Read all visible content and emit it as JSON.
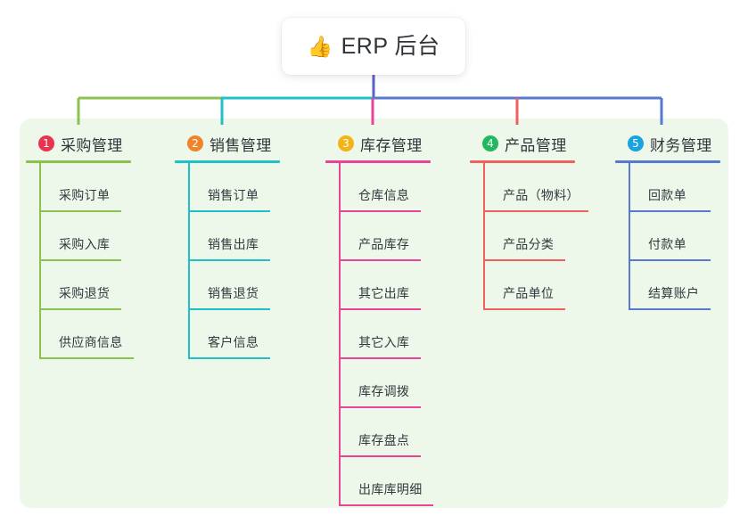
{
  "diagram": {
    "title": "ERP 后台",
    "root": {
      "label": "ERP 后台",
      "emoji": "👍",
      "emoji_name": "thumbs-up-icon"
    },
    "panel_color": "#eef8ea",
    "root_connector_color": "#5a62c4",
    "columns": [
      {
        "number": "1",
        "badge_color": "#e8344e",
        "line_color": "#8cc152",
        "title": "采购管理",
        "items": [
          "采购订单",
          "采购入库",
          "采购退货",
          "供应商信息"
        ]
      },
      {
        "number": "2",
        "badge_color": "#f0842a",
        "line_color": "#1fc0c6",
        "title": "销售管理",
        "items": [
          "销售订单",
          "销售出库",
          "销售退货",
          "客户信息"
        ]
      },
      {
        "number": "3",
        "badge_color": "#f2b418",
        "line_color": "#e8459a",
        "title": "库存管理",
        "items": [
          "仓库信息",
          "产品库存",
          "其它出库",
          "其它入库",
          "库存调拨",
          "库存盘点",
          "出库库明细"
        ]
      },
      {
        "number": "4",
        "badge_color": "#22b860",
        "line_color": "#f0615e",
        "title": "产品管理",
        "items": [
          "产品（物料）",
          "产品分类",
          "产品单位"
        ]
      },
      {
        "number": "5",
        "badge_color": "#1aa3e0",
        "line_color": "#5779d0",
        "title": "财务管理",
        "items": [
          "回款单",
          "付款单",
          "结算账户"
        ]
      }
    ]
  }
}
